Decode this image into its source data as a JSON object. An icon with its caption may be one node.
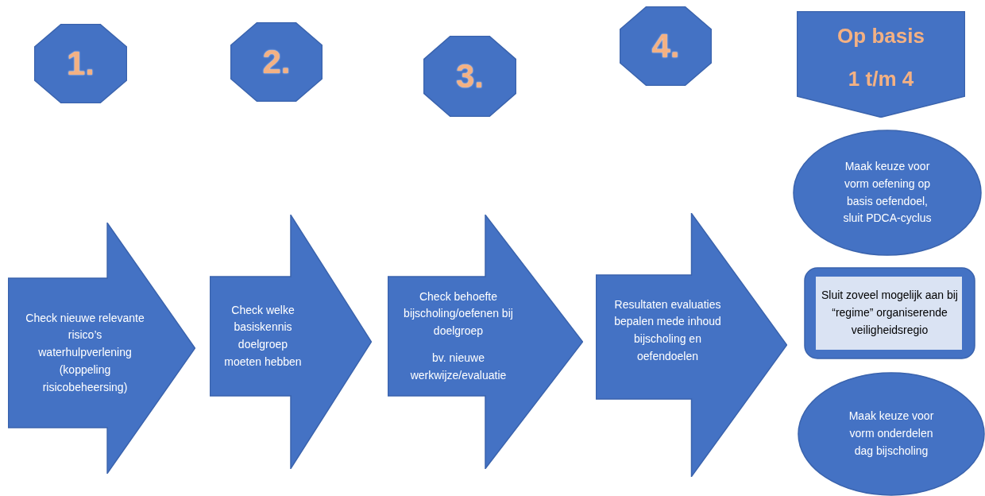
{
  "diagram": {
    "nodes": [
      {
        "text": [
          "1."
        ]
      },
      {
        "text": [
          "2."
        ]
      },
      {
        "text": [
          "3."
        ]
      },
      {
        "text": [
          "4."
        ]
      },
      {
        "text": [
          "Op basis 1 t/m 4"
        ]
      },
      {
        "text": [
          "Check nieuwe relevante risico’s waterhulpverlening (koppeling risicobeheersing)"
        ]
      },
      {
        "text": [
          "Check welke basiskennis doelgroep moeten hebben"
        ]
      },
      {
        "text": [
          "Check behoefte bijscholing/oefenen bij doelgroep",
          "bv. nieuwe werkwijze/evaluatie"
        ]
      },
      {
        "text": [
          "Resultaten evaluaties bepalen  mede inhoud bijscholing en oefendoelen"
        ]
      },
      {
        "text": [
          "Maak keuze voor vorm oefening op basis oefendoel, sluit PDCA-cyclus"
        ]
      },
      {
        "text": [
          "Sluit zoveel mogelijk aan bij “regime” organiserende veiligheidsregio"
        ]
      },
      {
        "text": [
          "Maak keuze voor vorm onderdelen dag bijscholing"
        ]
      }
    ]
  }
}
